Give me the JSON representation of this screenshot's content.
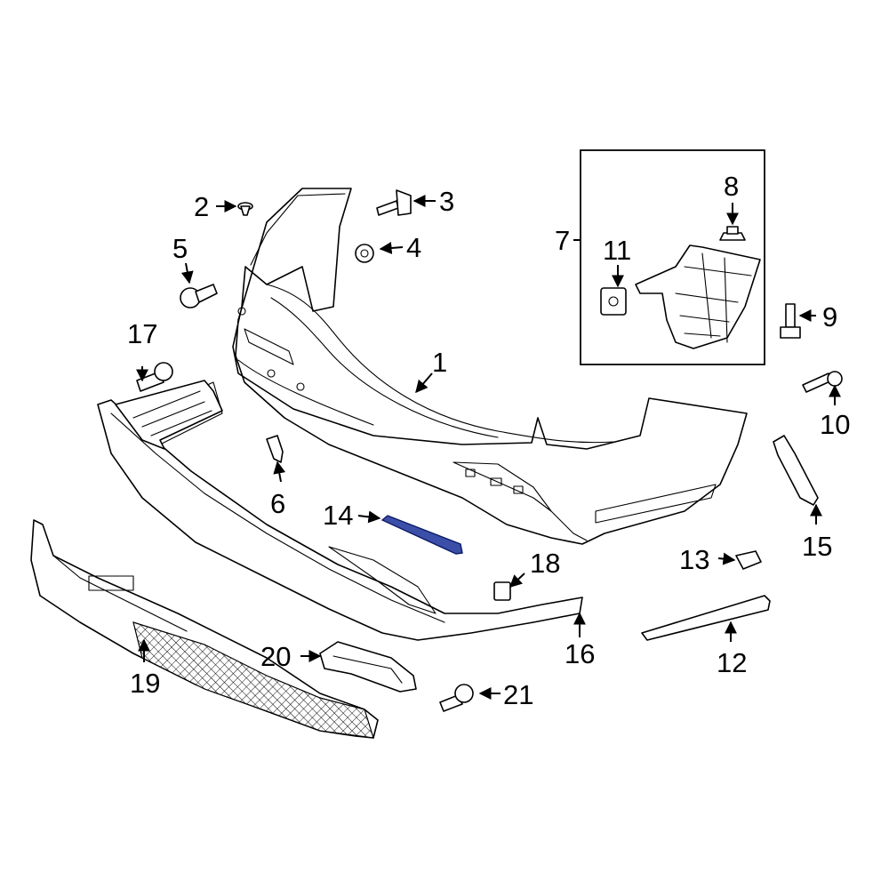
{
  "callouts": {
    "c1": "1",
    "c2": "2",
    "c3": "3",
    "c4": "4",
    "c5": "5",
    "c6": "6",
    "c7": "7",
    "c8": "8",
    "c9": "9",
    "c10": "10",
    "c11": "11",
    "c12": "12",
    "c13": "13",
    "c14": "14",
    "c15": "15",
    "c16": "16",
    "c17": "17",
    "c18": "18",
    "c19": "19",
    "c20": "20",
    "c21": "21"
  },
  "highlight_color": "#3c4fa8"
}
